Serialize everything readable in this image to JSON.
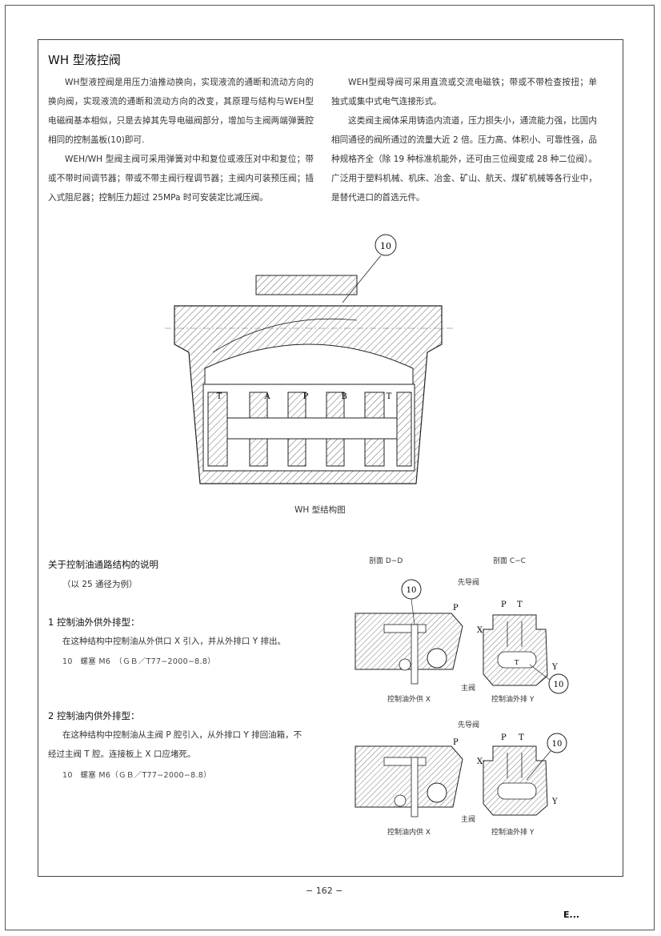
{
  "title": "WH 型液控阀",
  "intro": {
    "left_p1": "WH型液控阀是用压力油推动换向，实现液流的通断和流动方向的换向阀，实现液流的通断和流动方向的改变，其原理与结构与WEH型电磁阀基本相似，只是去掉其先导电磁阀部分，增加与主阀两端弹簧腔相同的控制盖板(10)即可.",
    "left_p2": "WEH/WH 型阀主阀可采用弹簧对中和复位或液压对中和复位；带或不带时间调节器；带或不带主阀行程调节器；主阀内可装预压阀；插入式阻尼器；控制压力超过 25MPa 时可安装定比减压阀。",
    "right_p1": "WEH型阀导阀可采用直流或交流电磁铁；带或不带检查按扭；单独式或集中式电气连接形式。",
    "right_p2": "这类阀主阀体采用铸造内流道，压力损失小，通流能力强，比国内相同通径的阀所通过的流量大近 2 倍。压力高、体积小、可靠性强，品种规格齐全（除 19 种标准机能外，还可由三位阀变成 28 种二位阀）。广泛用于塑料机械、机床、冶金、矿山、航天、煤矿机械等各行业中，是替代进口的首选元件。"
  },
  "figure_main": {
    "caption": "WH 型结构图",
    "callout": "10",
    "port_labels": [
      "T",
      "A",
      "P",
      "B",
      "T"
    ]
  },
  "section": {
    "title": "关于控制油通路结构的说明",
    "subtitle": "（以 25 通径为例）",
    "item1": {
      "heading": "1 控制油外供外排型：",
      "text": "在这种结构中控制油从外供口 X 引入，并从外排口 Y 排出。",
      "note": "10　螺塞 M6　（ＧＢ／T77−2000−8.8）"
    },
    "item2": {
      "heading": "2 控制油内供外排型：",
      "text_l1": "在这种结构中控制油从主阀 P 腔引入，从外排口 Y 排回油箱，不",
      "text_l2": "经过主阀 T 腔。连接板上 X 口应堵死。",
      "note": "10　螺塞 M6（ＧＢ／T77−2000−8.8）"
    }
  },
  "diagrams": {
    "section_dd": "剖面 D−D",
    "section_cc": "剖面 C−C",
    "top": {
      "pilot": "先导阀",
      "main": "主阀",
      "left_caption": "控制油外供 X",
      "right_caption": "控制油外排 Y",
      "callout_a": "10",
      "callout_b": "10",
      "P": "P",
      "P2": "P",
      "T": "T",
      "T2": "T",
      "X": "X",
      "Y": "Y"
    },
    "bottom": {
      "pilot": "先导阀",
      "main": "主阀",
      "left_caption": "控制油内供 X",
      "right_caption": "控制油外排 Y",
      "callout": "10",
      "P": "P",
      "P2": "P",
      "T": "T",
      "X": "X",
      "Y": "Y"
    }
  },
  "page_number": "− 162 −",
  "logo_text": "E..."
}
